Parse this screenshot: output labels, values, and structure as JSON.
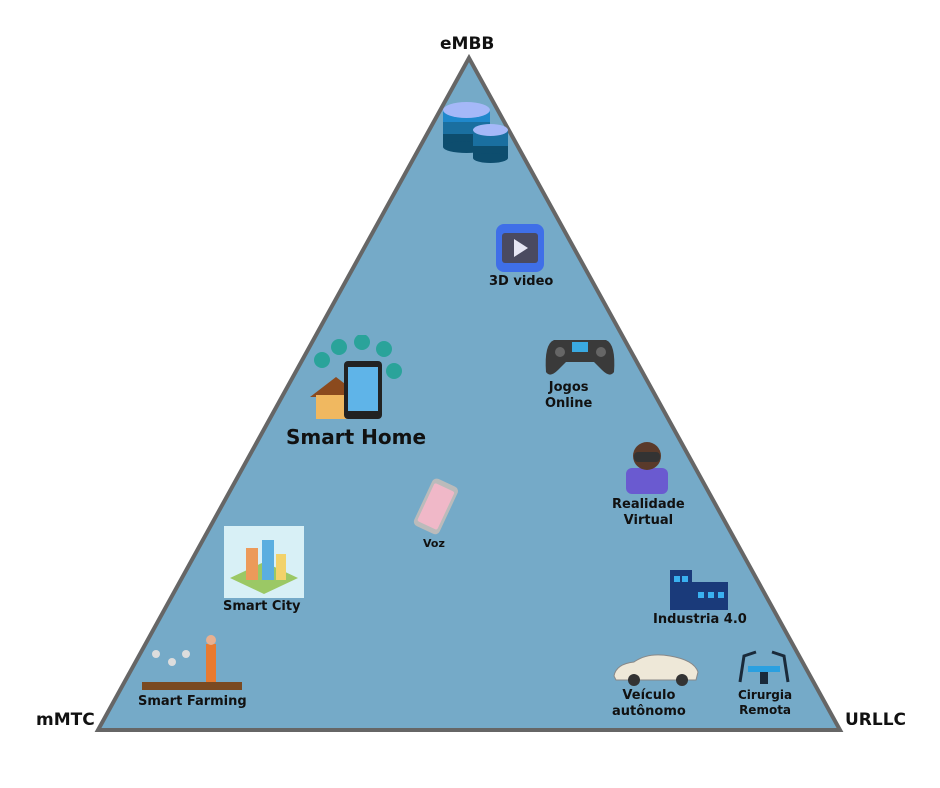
{
  "corners": {
    "top": "eMBB",
    "left": "mMTC",
    "right": "URLLC"
  },
  "items": {
    "video": "3D video",
    "games": [
      "Jogos",
      "Online"
    ],
    "smart_home": "Smart Home",
    "vr": [
      "Realidade",
      "Virtual"
    ],
    "voice": "Voz",
    "smart_city": "Smart City",
    "industry": "Industria 4.0",
    "vehicle": [
      "Veículo",
      "autônomo"
    ],
    "surgery": [
      "Cirurgia",
      "Remota"
    ],
    "farming": "Smart Farming"
  },
  "colors": {
    "triangle_fill": "#75aac8",
    "triangle_stroke": "#666666"
  }
}
